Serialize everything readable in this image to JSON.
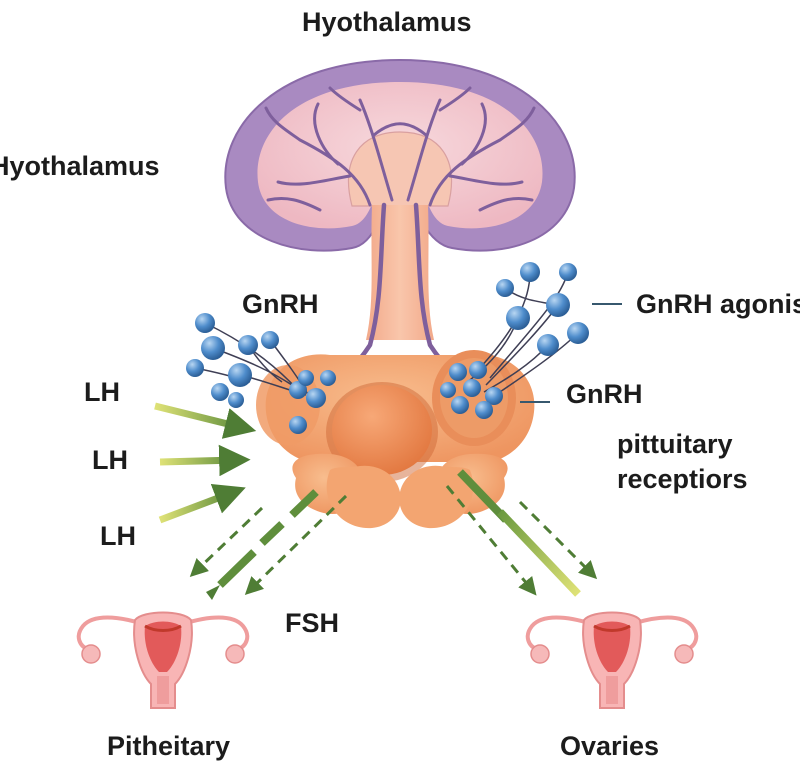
{
  "labels": {
    "title": "Hyothalamus",
    "left_heading": "Hyothalamus",
    "gnrh_left": "GnRH",
    "gnrh_agonist": "GnRH agonist",
    "gnrh_right": "GnRH",
    "lh_1": "LH",
    "lh_2": "LH",
    "lh_3": "LH",
    "pituitary_receptors_1": "pittuitary",
    "pituitary_receptors_2": "receptiors",
    "fsh": "FSH",
    "pituitary_bottom": "Pitheitary",
    "ovaries": "Ovaries"
  },
  "colors": {
    "brain_outer": "#a98ac1",
    "brain_inner": "#f1c4cb",
    "vessel": "#7e5f9c",
    "stalk": "#f5b698",
    "gland": "#f2a46e",
    "molecule": "#4a84c2",
    "arrow_dark": "#4f7d35",
    "arrow_light": "#d9de6a",
    "uterus": "#ef9d9d"
  },
  "icons": [
    "hypothalamus-brain-icon",
    "gnrh-molecule-cluster-icon",
    "uterus-icon"
  ]
}
